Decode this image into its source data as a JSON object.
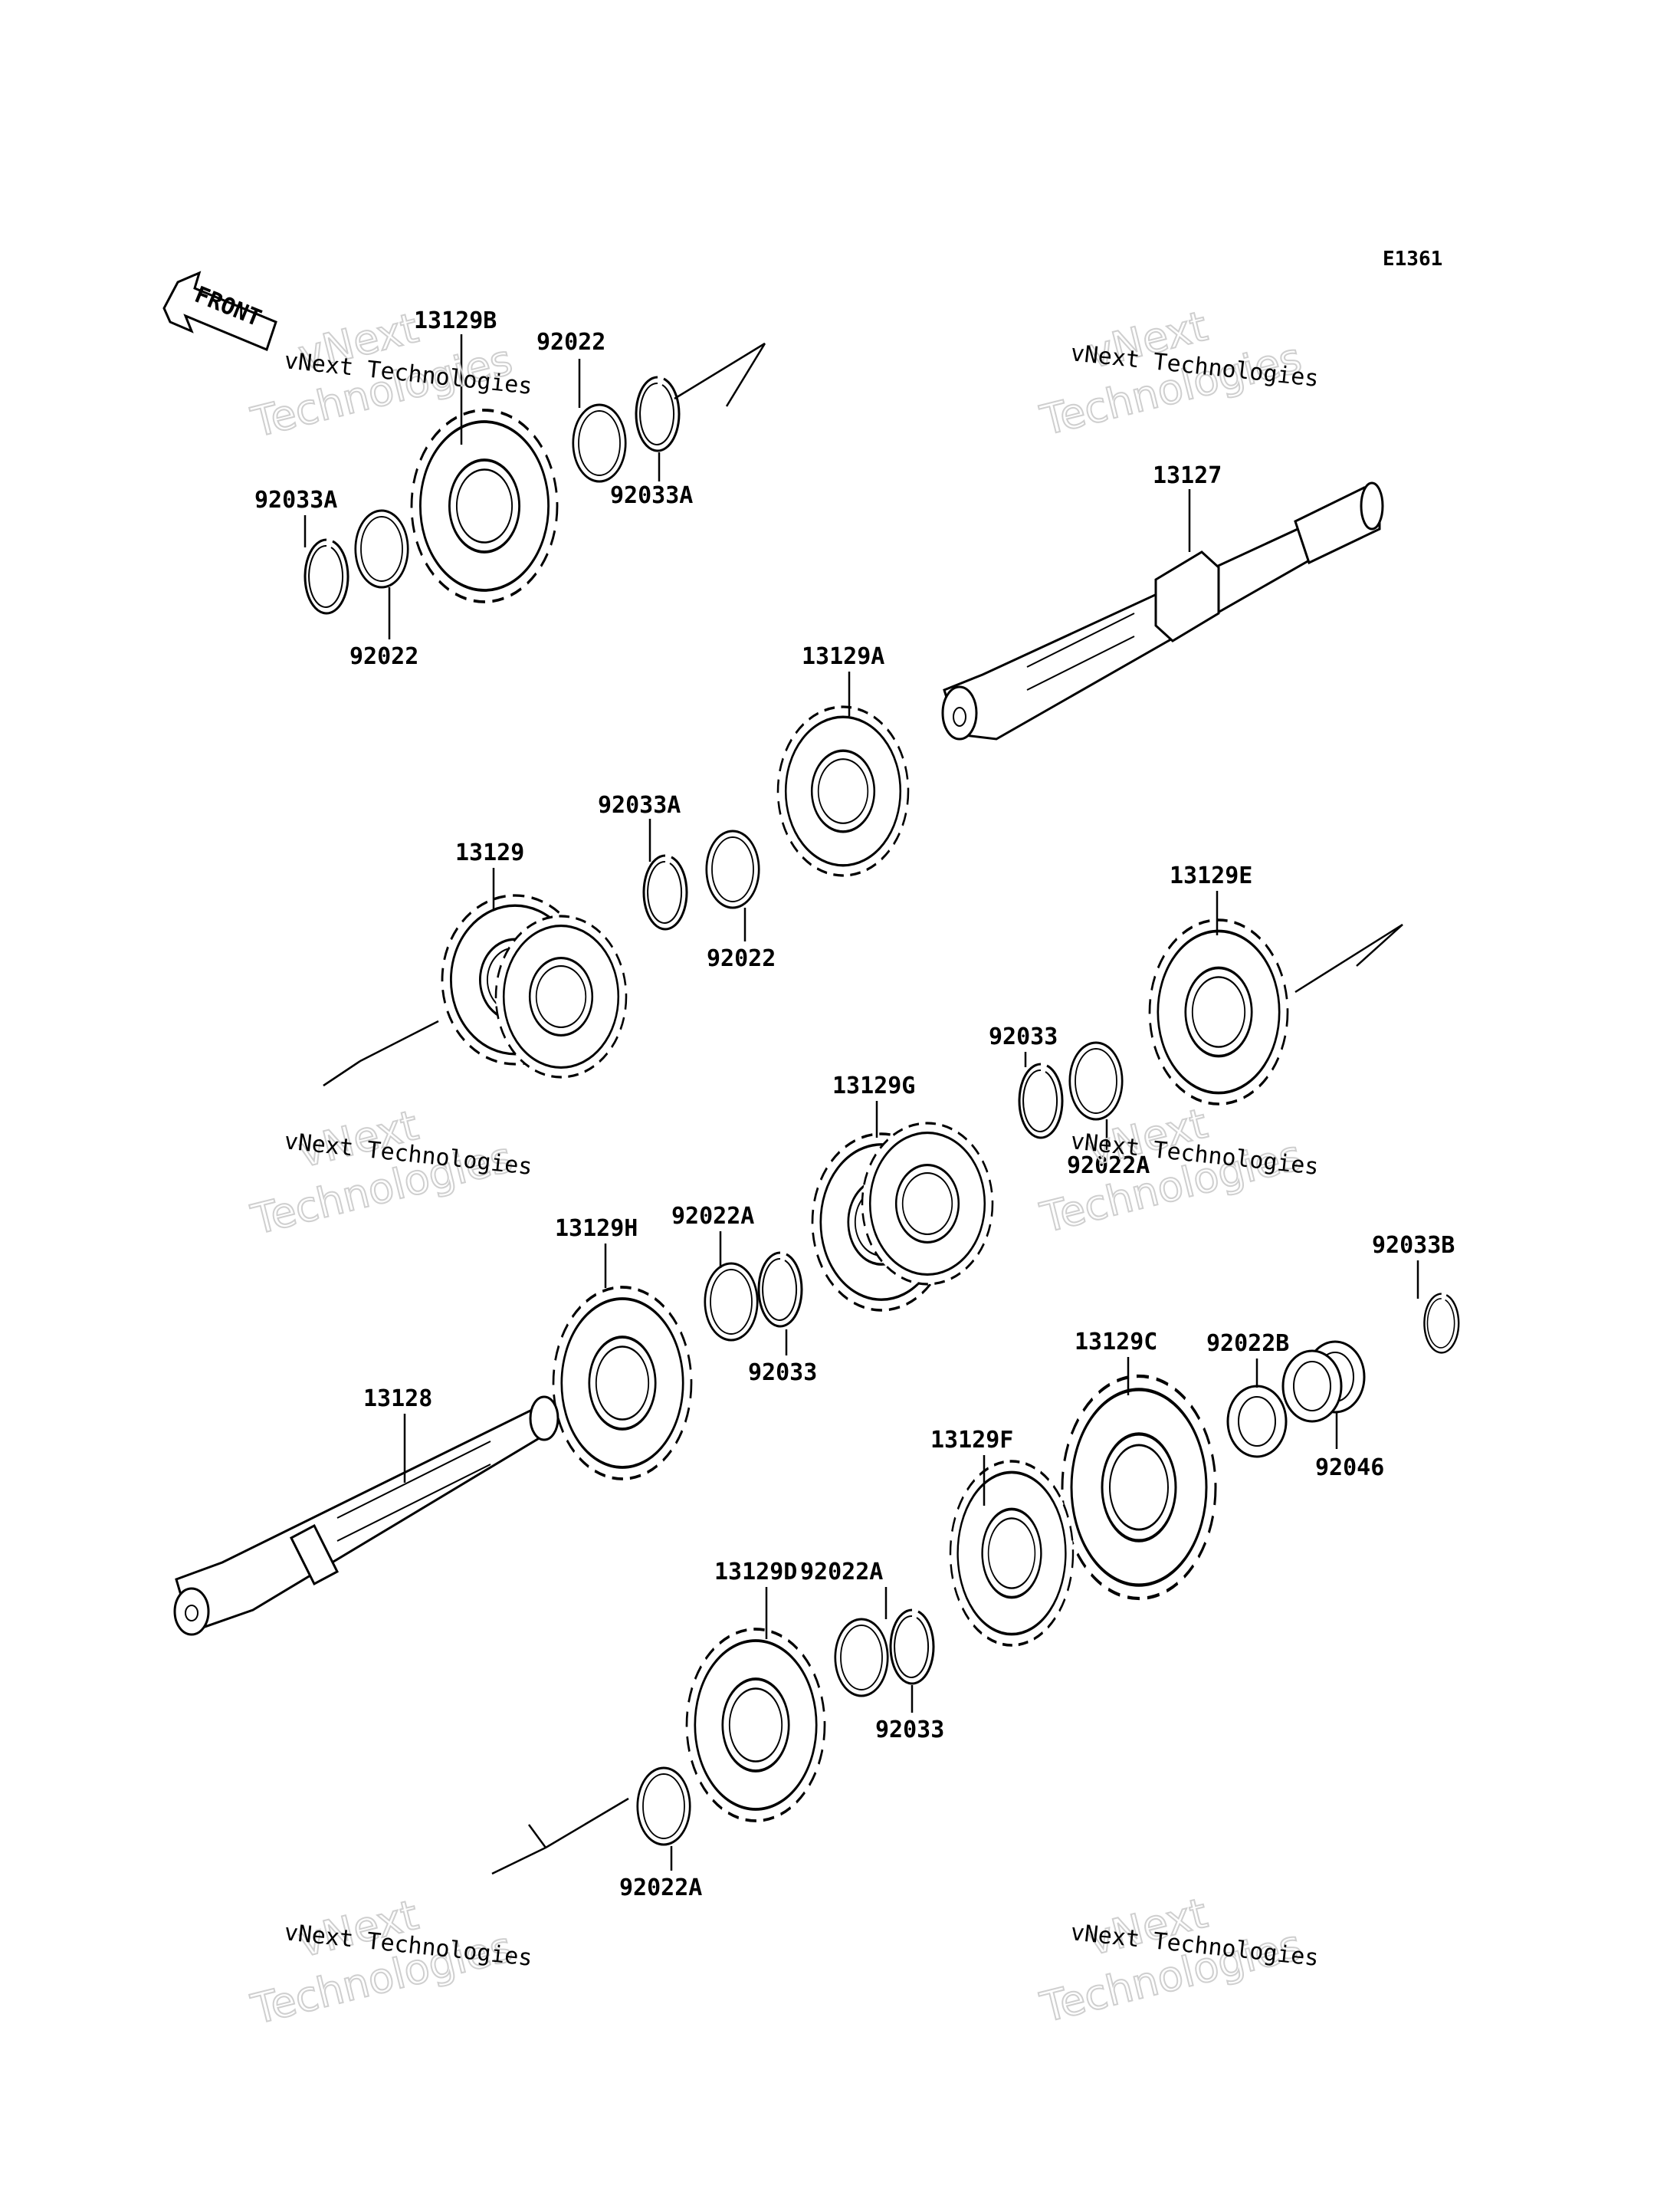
{
  "diagram_code": "E1361",
  "front_label": "FRONT",
  "watermark": {
    "line1": "vNext",
    "line2": "Technologies",
    "small": "vNext Technologies"
  },
  "parts": {
    "p13129B": "13129B",
    "p92022_top": "92022",
    "p92033A_top": "92033A",
    "p92033A_left": "92033A",
    "p92022_left": "92022",
    "p13127": "13127",
    "p13129A": "13129A",
    "p92033A_mid": "92033A",
    "p13129": "13129",
    "p92022_mid": "92022",
    "p13129E": "13129E",
    "p92033_right": "92033",
    "p13129G": "13129G",
    "p92022A_right": "92022A",
    "p13129H": "13129H",
    "p92022A_mid": "92022A",
    "p92033_mid": "92033",
    "p92033B": "92033B",
    "p13128": "13128",
    "p13129C": "13129C",
    "p92022B": "92022B",
    "p13129F": "13129F",
    "p92046": "92046",
    "p13129D": "13129D",
    "p92022A_low": "92022A",
    "p92033_low": "92033",
    "p92022A_bottom": "92022A"
  }
}
